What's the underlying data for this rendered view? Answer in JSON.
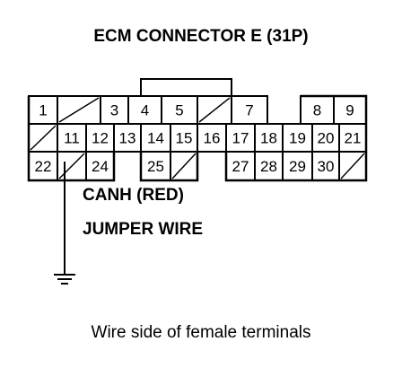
{
  "title": "ECM CONNECTOR E (31P)",
  "caption": "Wire side of female terminals",
  "labels": {
    "canh": "CANH (RED)",
    "jumper": "JUMPER WIRE"
  },
  "connector": {
    "row1": [
      "1",
      "",
      "3",
      "4",
      "5",
      "",
      "7",
      "8",
      "9"
    ],
    "row2": [
      "",
      "11",
      "12",
      "13",
      "14",
      "15",
      "16",
      "17",
      "18",
      "19",
      "20",
      "21"
    ],
    "row3": [
      "22",
      "",
      "24",
      "25",
      "",
      "27",
      "28",
      "29",
      "30",
      ""
    ],
    "empty_cells": "diagonal"
  },
  "colors": {
    "line": "#000000",
    "background": "#ffffff"
  }
}
